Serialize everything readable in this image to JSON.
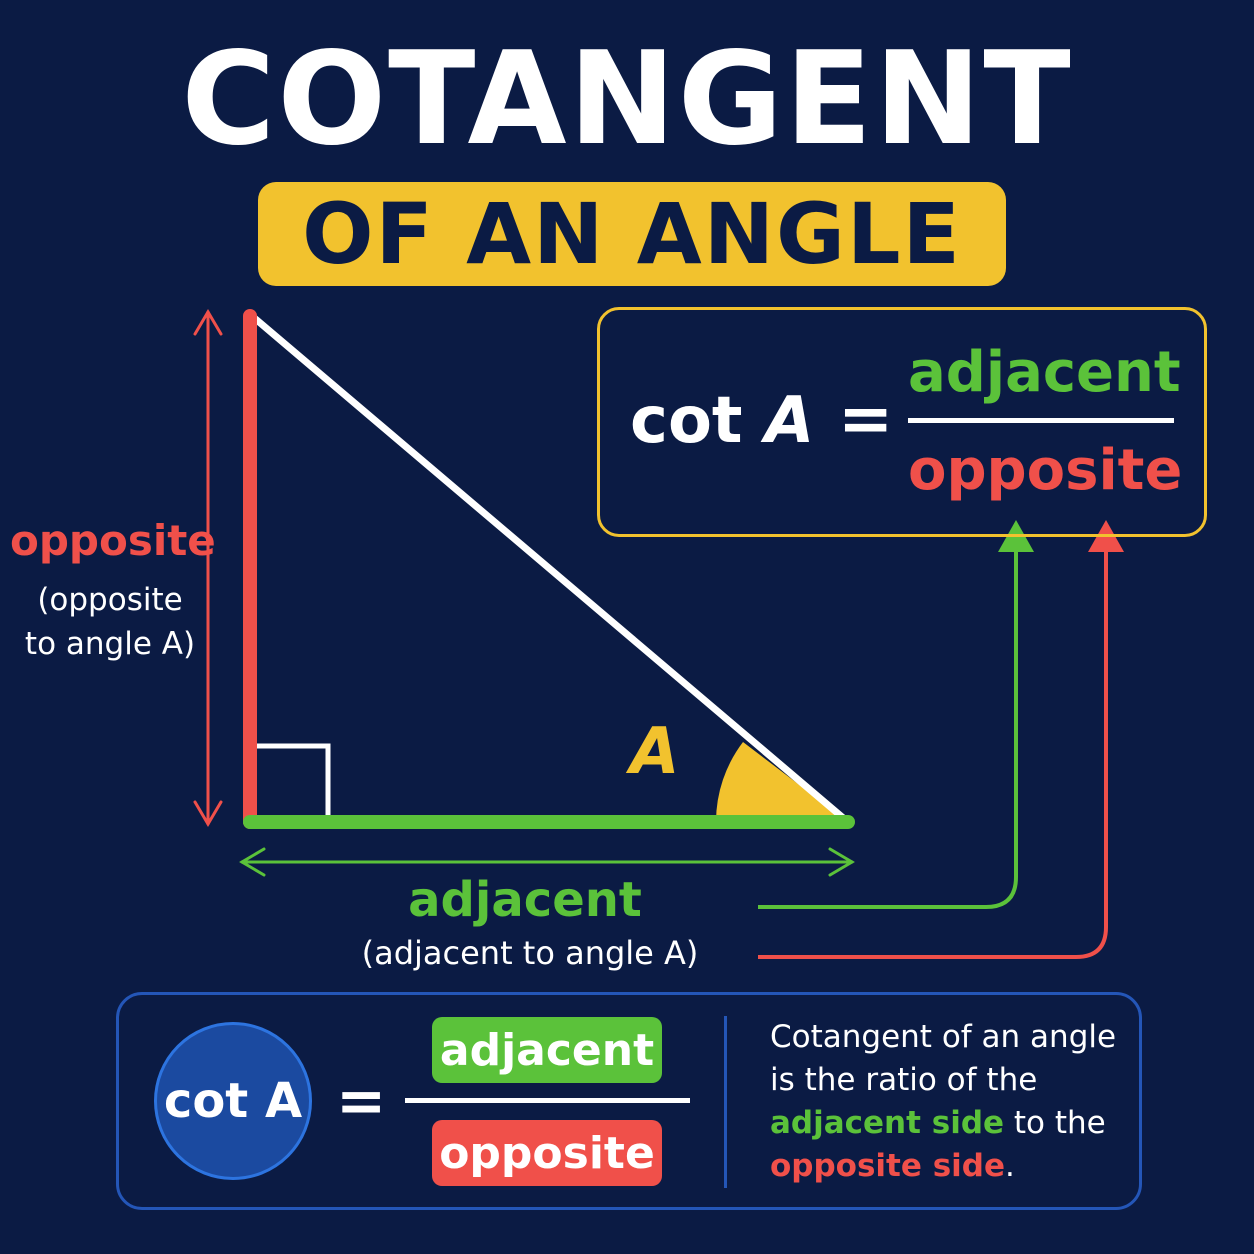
{
  "title": "COTANGENT",
  "subtitle": "OF AN ANGLE",
  "colors": {
    "background": "#0b1b44",
    "opposite": "#f0504a",
    "adjacent": "#5bc23a",
    "angle": "#f2c22e",
    "hypotenuse": "#ffffff",
    "accent_blue": "#2456b8"
  },
  "triangle": {
    "opposite_label": "opposite",
    "opposite_sub_line1": "(opposite",
    "opposite_sub_line2": "to angle A)",
    "angle_label": "A",
    "adjacent_label": "adjacent",
    "adjacent_sub": "(adjacent to angle A)"
  },
  "formula": {
    "lhs_cot": "cot",
    "lhs_var": "A",
    "equals": "=",
    "numerator": "adjacent",
    "denominator": "opposite"
  },
  "summary": {
    "lhs": "cot A",
    "equals": "=",
    "numerator": "adjacent",
    "denominator": "opposite",
    "text_part1": "Cotangent of an angle is the ratio of the ",
    "text_adjacent": "adjacent side",
    "text_part2": " to the ",
    "text_opposite": "opposite side",
    "text_end": "."
  }
}
